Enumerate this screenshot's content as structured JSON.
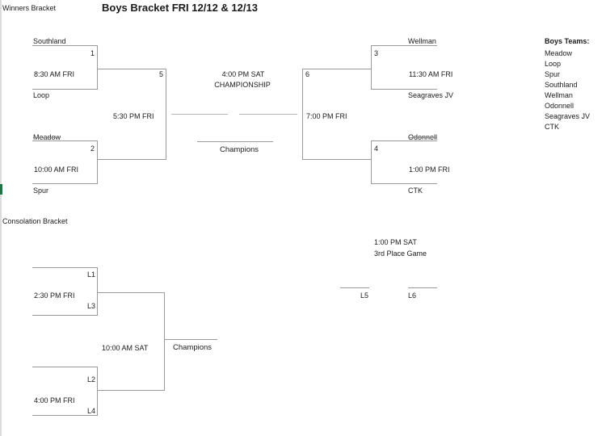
{
  "title": "Boys Bracket FRI 12/12 & 12/13",
  "winners": {
    "label": "Winners Bracket",
    "game1": {
      "top": "Southland",
      "num": "1",
      "time": "8:30 AM FRI",
      "bottom": "Loop"
    },
    "game2": {
      "top": "Meadow",
      "num": "2",
      "time": "10:00 AM FRI",
      "bottom": "Spur"
    },
    "game5": {
      "num": "5",
      "time": "5:30 PM FRI"
    },
    "game3": {
      "top": "Wellman",
      "num": "3",
      "time": "11:30 AM FRI",
      "bottom": "Seagraves JV"
    },
    "game4": {
      "top": "Odonnell",
      "num": "4",
      "time": "1:00 PM FRI",
      "bottom": "CTK"
    },
    "game6": {
      "num": "6",
      "time": "7:00 PM FRI"
    },
    "championship": {
      "time": "4:00 PM SAT",
      "label": "CHAMPIONSHIP",
      "champions": "Champions"
    }
  },
  "teams": {
    "heading": "Boys Teams:",
    "list": [
      "Meadow",
      "Loop",
      "Spur",
      "Southland",
      "Wellman",
      "Odonnell",
      "Seagraves JV",
      "CTK"
    ]
  },
  "consolation": {
    "label": "Consolation Bracket",
    "gameA": {
      "top": "L1",
      "time": "2:30 PM FRI",
      "bottom": "L3"
    },
    "gameB": {
      "top": "L2",
      "time": "4:00 PM FRI",
      "bottom": "L4"
    },
    "final": {
      "time": "10:00 AM SAT",
      "champions": "Champions"
    }
  },
  "third_place": {
    "time": "1:00 PM SAT",
    "label": "3rd Place Game",
    "left": "L5",
    "right": "L6"
  }
}
